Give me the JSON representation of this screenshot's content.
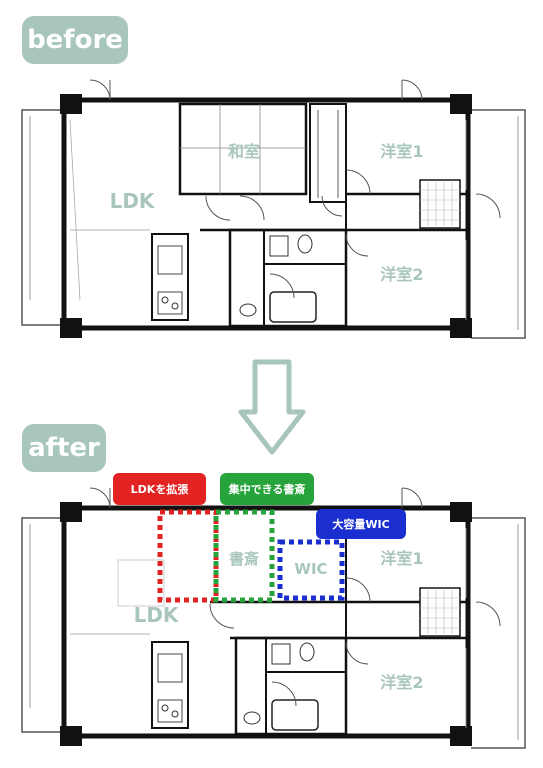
{
  "labels": {
    "before": "before",
    "after": "after"
  },
  "rooms_before": {
    "washitsu": "和室",
    "yoshitsu1": "洋室1",
    "ldk": "LDK",
    "yoshitsu2": "洋室2"
  },
  "rooms_after": {
    "shosai": "書斎",
    "wic": "WIC",
    "yoshitsu1": "洋室1",
    "ldk": "LDK",
    "yoshitsu2": "洋室2"
  },
  "callouts": {
    "ldk": "LDKを拡張",
    "study": "集中できる書斎",
    "wic": "大容量WIC"
  },
  "colors": {
    "accent": "#a9c6bd",
    "red": "#e32222",
    "green": "#26a33a",
    "blue": "#1b2fd0",
    "wall": "#111111"
  }
}
